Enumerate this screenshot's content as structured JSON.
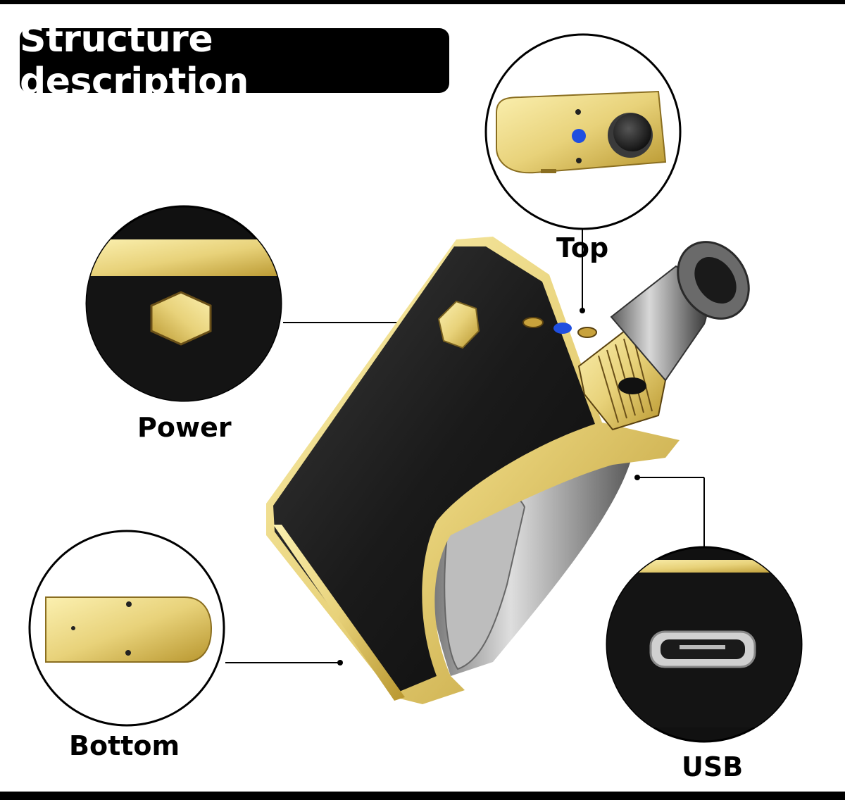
{
  "title": "Structure description",
  "labels": {
    "top": "Top",
    "power": "Power",
    "bottom": "Bottom",
    "usb": "USB"
  },
  "colors": {
    "gold": "#e8d27a",
    "gold_dark": "#b8962e",
    "body": "#1c1c1c",
    "indicator_blue": "#1f4fe0",
    "frame": "#000000"
  }
}
